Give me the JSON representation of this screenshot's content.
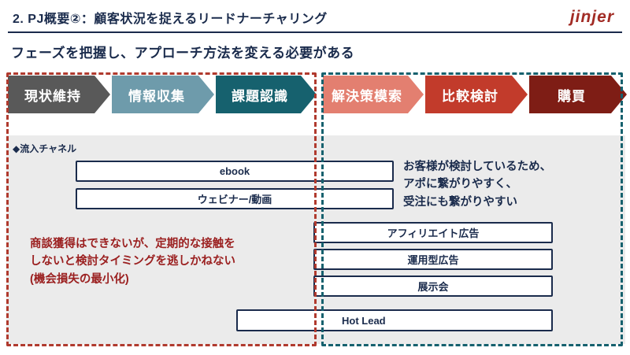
{
  "header": {
    "title": "2. PJ概要②：顧客状況を捉えるリードナーチャリング",
    "logo": "jinjer"
  },
  "subtitle": "フェーズを把握し、アプローチ方法を変える必要がある",
  "funnel": {
    "stages": [
      {
        "label": "現状維持",
        "color": "#595959"
      },
      {
        "label": "情報収集",
        "color": "#6E9BAB"
      },
      {
        "label": "課題認識",
        "color": "#16616E"
      },
      {
        "label": "解決策模索",
        "color": "#E37F70"
      },
      {
        "label": "比較検討",
        "color": "#C23B2B"
      },
      {
        "label": "購買",
        "color": "#7E1D15"
      }
    ]
  },
  "panel": {
    "heading": "◆流入チャネル",
    "channels": {
      "ebook": "ebook",
      "webinar": "ウェビナー/動画",
      "affiliate": "アフィリエイト広告",
      "paid_ads": "運用型広告",
      "exhibition": "展示会",
      "hot_lead": "Hot Lead"
    },
    "notes": {
      "right": {
        "lines": [
          "お客様が検討しているため、",
          "アポに繋がりやすく、",
          "受注にも繋がりやすい"
        ]
      },
      "left": {
        "lines": [
          "商談獲得はできないが、定期的な接触を",
          "しないと検討タイミングを逃しかねない",
          "(機会損失の最小化)"
        ]
      }
    }
  },
  "colors": {
    "navy": "#1A2B4C",
    "dark_red_text": "#9B2020",
    "left_dash_border": "#B03A2E",
    "right_dash_border": "#16616E",
    "panel_bg": "#EBEBEB",
    "logo_red": "#A22C25"
  }
}
